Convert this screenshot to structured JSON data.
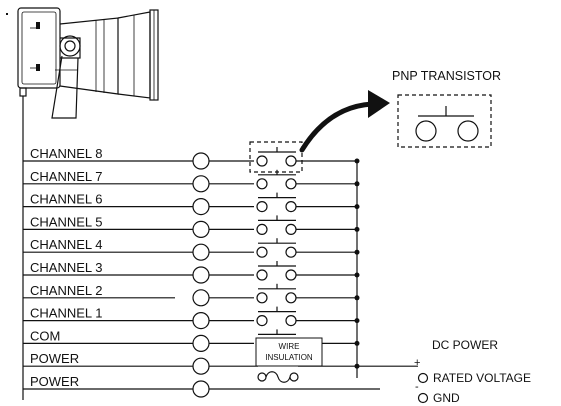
{
  "labels": {
    "pnp_transistor": "PNP TRANSISTOR",
    "wire_insulation_line1": "WIRE",
    "wire_insulation_line2": "INSULATION",
    "dc_power": "DC POWER",
    "plus_sign": "+",
    "minus_sign": "-",
    "rated_voltage": "RATED VOLTAGE",
    "gnd": "GND"
  },
  "wires": [
    {
      "label": "CHANNEL 8"
    },
    {
      "label": "CHANNEL 7"
    },
    {
      "label": "CHANNEL 6"
    },
    {
      "label": "CHANNEL 5"
    },
    {
      "label": "CHANNEL 4"
    },
    {
      "label": "CHANNEL 3"
    },
    {
      "label": "CHANNEL 2"
    },
    {
      "label": "CHANNEL 1"
    },
    {
      "label": "COM"
    },
    {
      "label": "POWER"
    },
    {
      "label": "POWER"
    }
  ],
  "icons": {
    "speaker": "horn-speaker-icon",
    "arrow": "curved-arrow-icon",
    "transistor": "transistor-symbol-icon"
  },
  "colors": {
    "line": "#111111",
    "background": "#ffffff"
  }
}
